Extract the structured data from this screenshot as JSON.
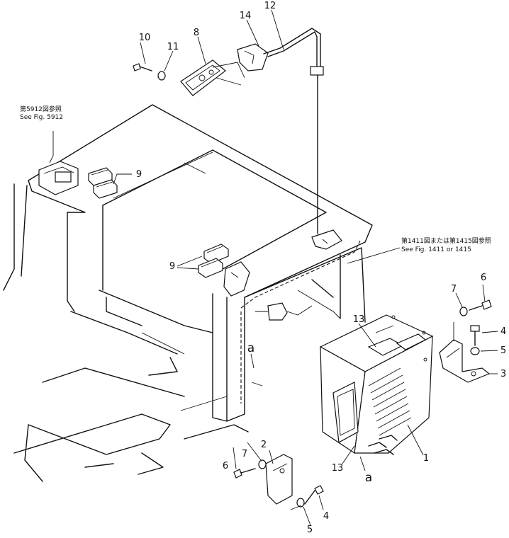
{
  "diagram": {
    "part_labels": {
      "p1": "1",
      "p2": "2",
      "p3": "3",
      "p4a": "4",
      "p4b": "4",
      "p5a": "5",
      "p5b": "5",
      "p6a": "6",
      "p6b": "6",
      "p7a": "7",
      "p7b": "7",
      "p8": "8",
      "p9a": "9",
      "p9b": "9",
      "p10": "10",
      "p11": "11",
      "p12": "12",
      "p13a": "13",
      "p13b": "13",
      "p14": "14",
      "pa1": "a",
      "pa2": "a"
    },
    "references": {
      "fig5912_jp": "第5912図参照",
      "fig5912_en": "See Fig. 5912",
      "fig1411_jp": "第1411図または第1415図参照",
      "fig1411_en": "See Fig. 1411  or  1415"
    }
  }
}
